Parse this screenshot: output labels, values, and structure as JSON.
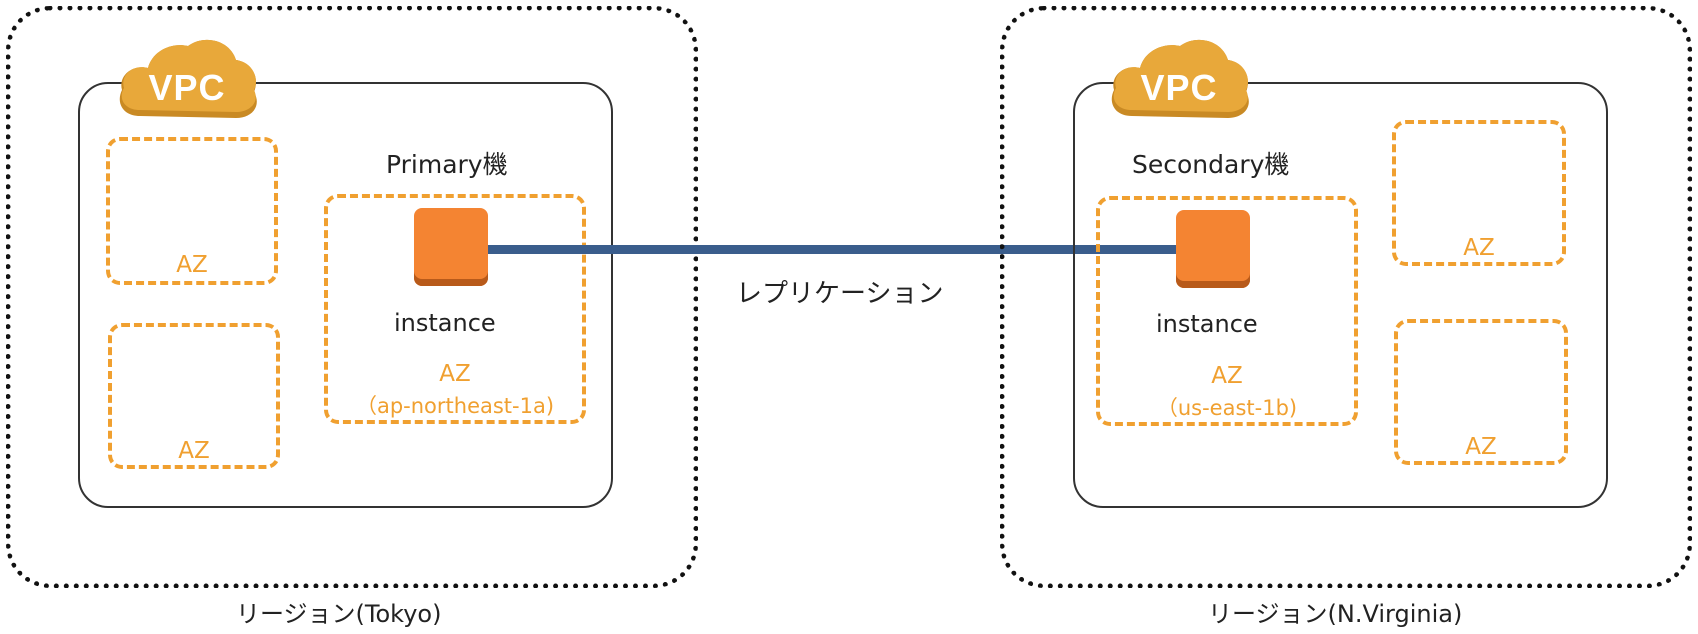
{
  "colors": {
    "region_border": "#111111",
    "vpc_border": "#333333",
    "vpc_cloud": "#e8a83a",
    "az_border": "#f0a030",
    "instance": "#f48432",
    "replication_line": "#3a5d8c"
  },
  "replication": {
    "label": "レプリケーション"
  },
  "regions": [
    {
      "label": "リージョン(Tokyo)",
      "vpc": {
        "label": "VPC",
        "machine_label": "Primary機",
        "azs": [
          {
            "label": "AZ"
          },
          {
            "label": "AZ"
          }
        ],
        "instance_az": {
          "label": "AZ",
          "sub_label": "（ap-northeast-1a)",
          "instance_label": "instance"
        }
      }
    },
    {
      "label": "リージョン(N.Virginia)",
      "vpc": {
        "label": "VPC",
        "machine_label": "Secondary機",
        "azs": [
          {
            "label": "AZ"
          },
          {
            "label": "AZ"
          }
        ],
        "instance_az": {
          "label": "AZ",
          "sub_label": "（us-east-1b)",
          "instance_label": "instance"
        }
      }
    }
  ]
}
